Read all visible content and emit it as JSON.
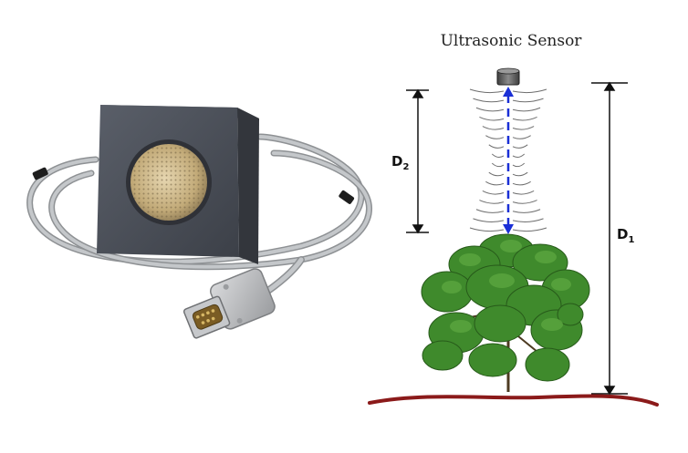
{
  "diagram": {
    "title": "Ultrasonic Sensor",
    "labels": {
      "d1": {
        "main": "D",
        "sub": "1"
      },
      "d2": {
        "main": "D",
        "sub": "2"
      }
    }
  },
  "colors": {
    "sensor_body": "#4a4e57",
    "sensor_grille": "#c9b48a",
    "cable": "#b9bcbf",
    "beam_arrow": "#1a2fd6",
    "ground": "#8b1a1a",
    "plant": "#3f8a2c",
    "sensor_cap": "#5c5c5c"
  }
}
